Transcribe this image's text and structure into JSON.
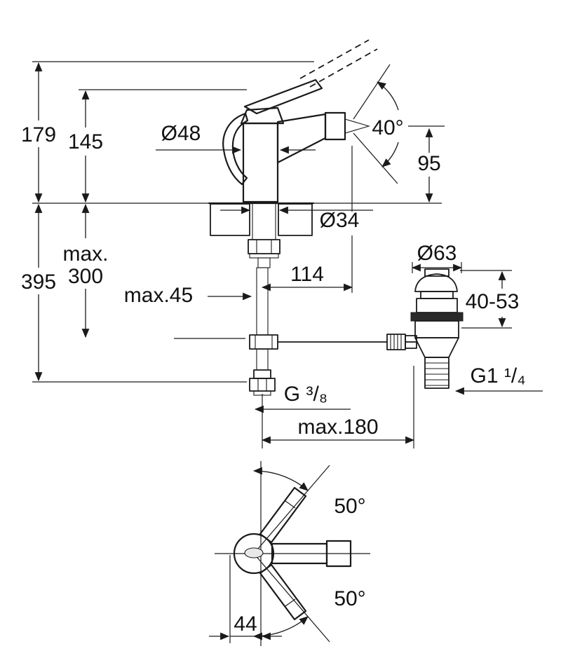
{
  "colors": {
    "line": "#1a1a1a",
    "background": "#ffffff",
    "ring_fill": "#2a2a2a"
  },
  "labels": {
    "total_height": "179",
    "upper_height": "145",
    "body_diameter": "Ø48",
    "lever_angle": "40°",
    "spout_height": "95",
    "max_depth_line1": "max.",
    "max_depth_line2": "300",
    "overall_depth": "395",
    "deck_thickness": "max.45",
    "spout_reach": "114",
    "hole_diameter": "Ø34",
    "waste_knob_diameter": "Ø63",
    "waste_height_range": "40-53",
    "waste_thread": "G1 ¹/₄",
    "supply_thread": "G ³/₈",
    "max_distance": "max.180",
    "swing_angle_top": "50°",
    "swing_angle_bottom": "50°",
    "handle_offset": "44"
  }
}
